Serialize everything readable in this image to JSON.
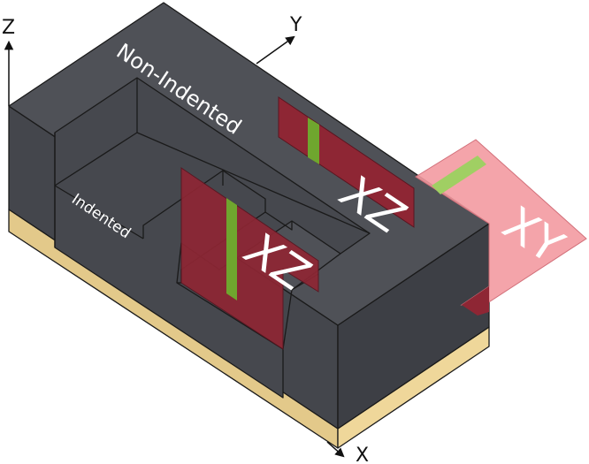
{
  "labels": {
    "non_indented": "Non-Indented",
    "indented": "Indented",
    "plane_xz_top": "XZ",
    "plane_xz_front": "XZ",
    "plane_xy": "XY"
  },
  "axes": {
    "z": "Z",
    "y": "Y",
    "x": "X"
  },
  "colors": {
    "block_top": "#4f5157",
    "block_side_left": "#44464c",
    "block_side_front": "#3d3f45",
    "substrate_top": "#efd79a",
    "substrate_side": "#e3c98a",
    "plane_xz": "#8e2634",
    "plane_xy": "#f39aa1",
    "green_strip": "#6fa62e",
    "green_strip_light": "#a0cf63"
  }
}
